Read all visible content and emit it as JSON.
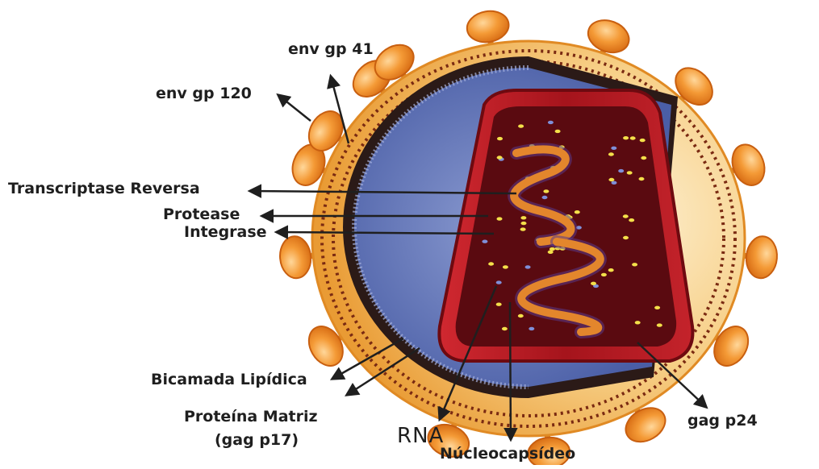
{
  "diagram": {
    "labels": {
      "env_gp41": "env gp 41",
      "env_gp120": "env gp 120",
      "transcriptase": "Transcriptase Reversa",
      "protease": "Protease",
      "integrase": "Integrase",
      "bicamada": "Bicamada Lipídica",
      "proteina_matriz": "Proteína Matriz",
      "gag_p17": "(gag p17)",
      "rna": "RNA",
      "nucleocapsideo": "Núcleocapsídeo",
      "gag_p24": "gag p24"
    },
    "colors": {
      "envelope": "#f2b347",
      "envelope_light": "#fbe3b2",
      "knob": "#f08a2a",
      "matrix_ring": "#2b1a17",
      "interior": "#5f74b8",
      "capsid": "#9b1218",
      "capsid_inner": "#5a0a10",
      "rna": "#e3862c",
      "enzyme_dot": "#f4e04a"
    }
  }
}
